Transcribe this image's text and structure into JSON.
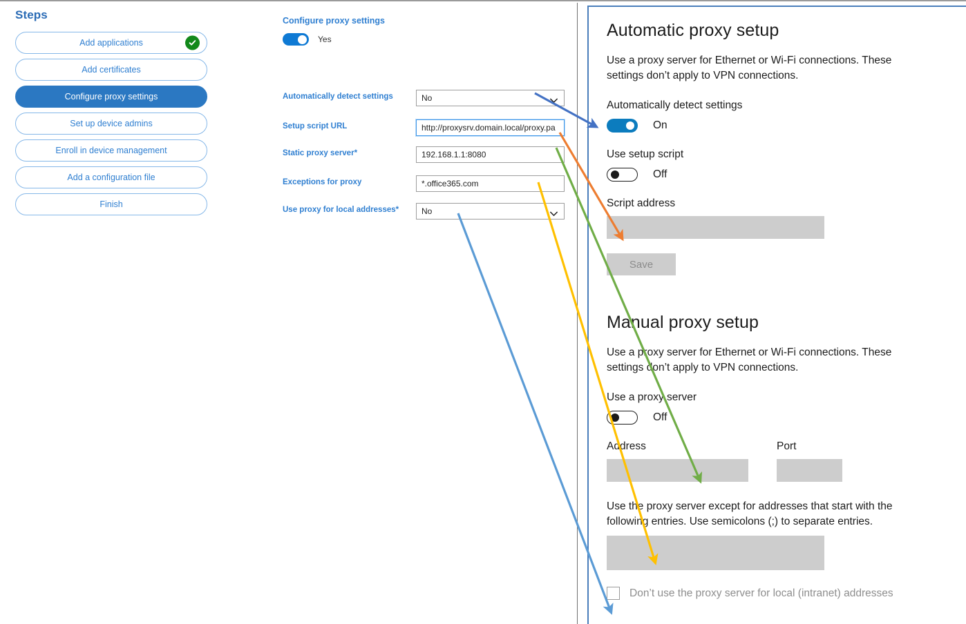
{
  "steps": {
    "title": "Steps",
    "items": [
      {
        "label": "Add applications",
        "state": "complete",
        "icon": "check-circle-icon"
      },
      {
        "label": "Add certificates",
        "state": "default"
      },
      {
        "label": "Configure proxy settings",
        "state": "active"
      },
      {
        "label": "Set up device admins",
        "state": "default"
      },
      {
        "label": "Enroll in device management",
        "state": "default"
      },
      {
        "label": "Add a configuration file",
        "state": "default"
      },
      {
        "label": "Finish",
        "state": "default"
      }
    ]
  },
  "form": {
    "heading": "Configure proxy settings",
    "toggle": {
      "label": "Yes",
      "state": "on"
    },
    "fields": [
      {
        "label": "Automatically detect settings",
        "required": false,
        "type": "select",
        "value": "No",
        "icon": "chevron-down-icon"
      },
      {
        "label": "Setup script URL",
        "required": false,
        "type": "text",
        "value": "http://proxysrv.domain.local/proxy.pa",
        "focused": true
      },
      {
        "label": "Static proxy server",
        "required": true,
        "type": "text",
        "value": "192.168.1.1:8080"
      },
      {
        "label": "Exceptions for proxy",
        "required": false,
        "type": "text",
        "value": "*.office365.com"
      },
      {
        "label": "Use proxy for local addresses",
        "required": true,
        "type": "select",
        "value": "No",
        "icon": "chevron-down-icon"
      }
    ],
    "required_marker": "*"
  },
  "windows_settings": {
    "automatic": {
      "heading": "Automatic proxy setup",
      "description": "Use a proxy server for Ethernet or Wi-Fi connections. These settings don’t apply to VPN connections.",
      "auto_detect_label": "Automatically detect settings",
      "auto_detect_state": "On",
      "use_setup_script_label": "Use setup script",
      "use_setup_script_state": "Off",
      "script_address_label": "Script address",
      "script_address_value": "",
      "save_label": "Save"
    },
    "manual": {
      "heading": "Manual proxy setup",
      "description": "Use a proxy server for Ethernet or Wi-Fi connections. These settings don’t apply to VPN connections.",
      "use_proxy_label": "Use a proxy server",
      "use_proxy_state": "Off",
      "address_label": "Address",
      "address_value": "",
      "port_label": "Port",
      "port_value": "",
      "exceptions_description": "Use the proxy server except for addresses that start with the following entries. Use semicolons (;) to separate entries.",
      "exceptions_value": "",
      "bypass_local_label": "Don’t use the proxy server for local (intranet) addresses",
      "bypass_local_checked": false
    }
  },
  "annotations": {
    "arrows": [
      {
        "name": "arrow-auto-detect",
        "color": "#4472C4",
        "from_field": "Automatically detect settings",
        "to_target": "Automatically detect settings toggle (On)"
      },
      {
        "name": "arrow-setup-script-url",
        "color": "#ED7D31",
        "from_field": "Setup script URL",
        "to_target": "Script address box"
      },
      {
        "name": "arrow-static-proxy-server",
        "color": "#70AD47",
        "from_field": "Static proxy server",
        "to_target": "Address box"
      },
      {
        "name": "arrow-exceptions-for-proxy",
        "color": "#FFC000",
        "from_field": "Exceptions for proxy",
        "to_target": "Exceptions box"
      },
      {
        "name": "arrow-use-proxy-local",
        "color": "#5B9BD5",
        "from_field": "Use proxy for local addresses",
        "to_target": "Don’t use the proxy server for local (intranet) addresses checkbox"
      }
    ]
  }
}
